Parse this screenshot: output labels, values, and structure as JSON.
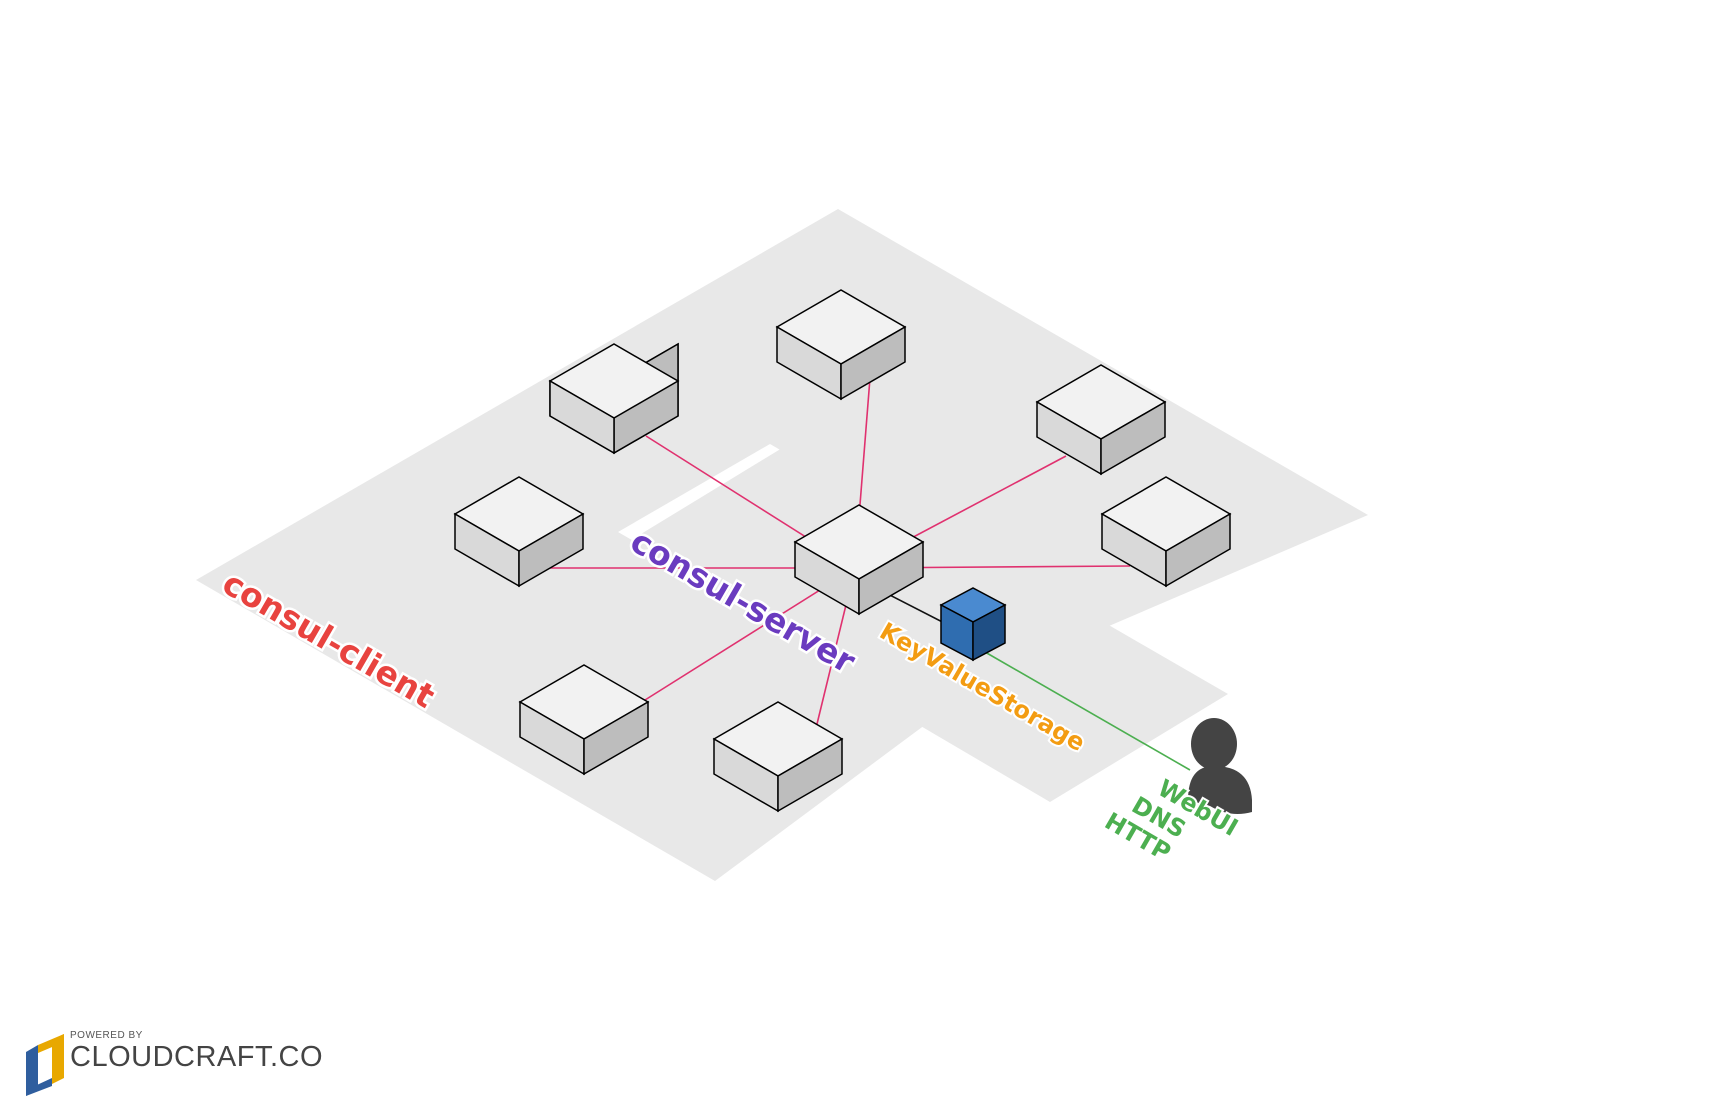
{
  "labels": {
    "client": "consul-client",
    "server": "consul-server",
    "kv": "KeyValueStorage",
    "user_lines": [
      "WebUI",
      "DNS",
      "HTTP"
    ]
  },
  "nodes": {
    "server": "consul-server-node",
    "clients_count": 8
  },
  "colors": {
    "client": "#e8433f",
    "server": "#6a3bbf",
    "kv": "#f39c12",
    "user": "#4caf50",
    "link": "#e0316f",
    "platform": "#e8e8e8",
    "node_top": "#f2f2f2",
    "node_left": "#d9d9d9",
    "node_right": "#bdbdbd",
    "kv_cube": "#2f6db0"
  },
  "icons": {
    "user": "user-icon",
    "kv": "database-cube-icon"
  },
  "watermark": {
    "powered": "POWERED BY",
    "brand": "CLOUDCRAFT.CO"
  }
}
